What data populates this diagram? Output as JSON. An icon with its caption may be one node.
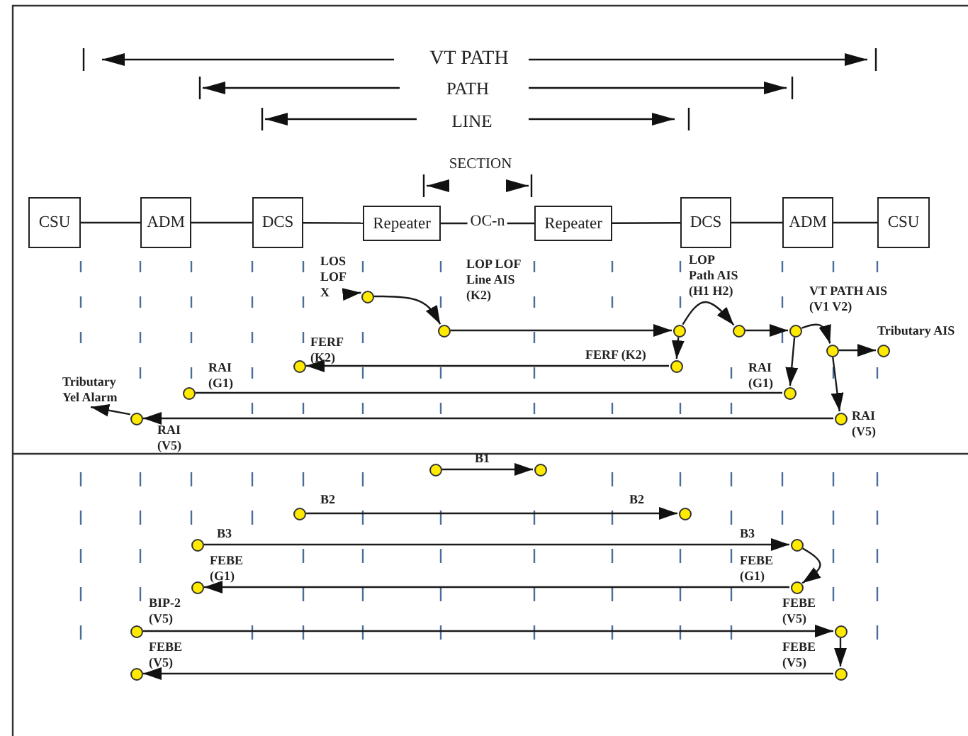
{
  "diagram": {
    "nodes": [
      {
        "text": [
          "CSU"
        ]
      },
      {
        "text": [
          "ADM"
        ]
      },
      {
        "text": [
          "DCS"
        ]
      },
      {
        "text": [
          "Repeater"
        ]
      },
      {
        "text": [
          "Repeater"
        ]
      },
      {
        "text": [
          "DCS"
        ]
      },
      {
        "text": [
          "ADM"
        ]
      },
      {
        "text": [
          "CSU"
        ]
      },
      {
        "text": [
          "LOS LOF X"
        ]
      },
      {
        "text": [
          "Tributary Yel Alarm"
        ]
      },
      {
        "text": [],
        "shape": "circle"
      },
      {
        "text": [],
        "shape": "circle"
      },
      {
        "text": [],
        "shape": "circle"
      },
      {
        "text": [],
        "shape": "circle"
      },
      {
        "text": [],
        "shape": "circle"
      },
      {
        "text": [],
        "shape": "circle"
      },
      {
        "text": [],
        "shape": "circle"
      },
      {
        "text": [],
        "shape": "circle"
      },
      {
        "text": [],
        "shape": "circle"
      },
      {
        "text": [],
        "shape": "circle"
      },
      {
        "text": [],
        "shape": "circle"
      },
      {
        "text": [],
        "shape": "circle"
      },
      {
        "text": [],
        "shape": "circle"
      },
      {
        "text": [],
        "shape": "circle"
      },
      {
        "text": [],
        "shape": "circle"
      },
      {
        "text": [],
        "shape": "circle"
      },
      {
        "text": [],
        "shape": "circle"
      },
      {
        "text": [],
        "shape": "circle"
      },
      {
        "text": [],
        "shape": "circle"
      },
      {
        "text": [],
        "shape": "circle"
      },
      {
        "text": [],
        "shape": "circle"
      },
      {
        "text": [],
        "shape": "circle"
      },
      {
        "text": [],
        "shape": "circle"
      },
      {
        "text": [],
        "shape": "circle"
      },
      {
        "text": [],
        "shape": "circle"
      }
    ],
    "edges": [
      {
        "from": 0,
        "to": 1,
        "arrow": "none"
      },
      {
        "from": 1,
        "to": 2,
        "arrow": "none"
      },
      {
        "from": 2,
        "to": 3,
        "arrow": "none"
      },
      {
        "from": 3,
        "to": 4,
        "arrow": "none",
        "label": "OC-n"
      },
      {
        "from": 4,
        "to": 5,
        "arrow": "none"
      },
      {
        "from": 5,
        "to": 6,
        "arrow": "none"
      },
      {
        "from": 6,
        "to": 7,
        "arrow": "none"
      },
      {
        "from": 8,
        "to": 10,
        "arrow": "to"
      },
      {
        "from": 10,
        "to": 11,
        "arrow": "to"
      },
      {
        "from": 11,
        "to": 12,
        "arrow": "to"
      },
      {
        "from": 12,
        "to": 13,
        "arrow": "to"
      },
      {
        "from": 13,
        "to": 14,
        "arrow": "to"
      },
      {
        "from": 12,
        "to": 15,
        "arrow": "to"
      },
      {
        "from": 15,
        "to": 16,
        "arrow": "to"
      },
      {
        "from": 16,
        "to": 17,
        "arrow": "to"
      },
      {
        "from": 17,
        "to": 18,
        "arrow": "to"
      },
      {
        "from": 16,
        "to": 19,
        "arrow": "to"
      },
      {
        "from": 19,
        "to": 20,
        "arrow": "none"
      },
      {
        "from": 17,
        "to": 21,
        "arrow": "to"
      },
      {
        "from": 21,
        "to": 22,
        "arrow": "to"
      },
      {
        "from": 22,
        "to": 9,
        "arrow": "to"
      },
      {
        "from": 23,
        "to": 24,
        "arrow": "to"
      },
      {
        "from": 25,
        "to": 26,
        "arrow": "to"
      },
      {
        "from": 27,
        "to": 28,
        "arrow": "to"
      },
      {
        "from": 28,
        "to": 29,
        "arrow": "to"
      },
      {
        "from": 29,
        "to": 30,
        "arrow": "to"
      },
      {
        "from": 31,
        "to": 32,
        "arrow": "to"
      },
      {
        "from": 32,
        "to": 33,
        "arrow": "to"
      },
      {
        "from": 33,
        "to": 34,
        "arrow": "to"
      }
    ],
    "labels": [
      "VT PATH",
      "PATH",
      "LINE",
      "SECTION",
      "LOP LOF Line AIS (K2)",
      "LOP Path AIS (H1 H2)",
      "FERF (K2)",
      "VT PATH AIS (V1 V2)",
      "Tributary AIS",
      "FERF (K2)",
      "RAI (G1)",
      "RAI (G1)",
      "RAI (V5)",
      "RAI (V5)",
      "B1",
      "B2",
      "B2",
      "B3",
      "B3",
      "FEBE (G1)",
      "FEBE (G1)",
      "BIP-2 (V5)",
      "FEBE (V5)",
      "FEBE (V5)",
      "FEBE (V5)"
    ]
  }
}
